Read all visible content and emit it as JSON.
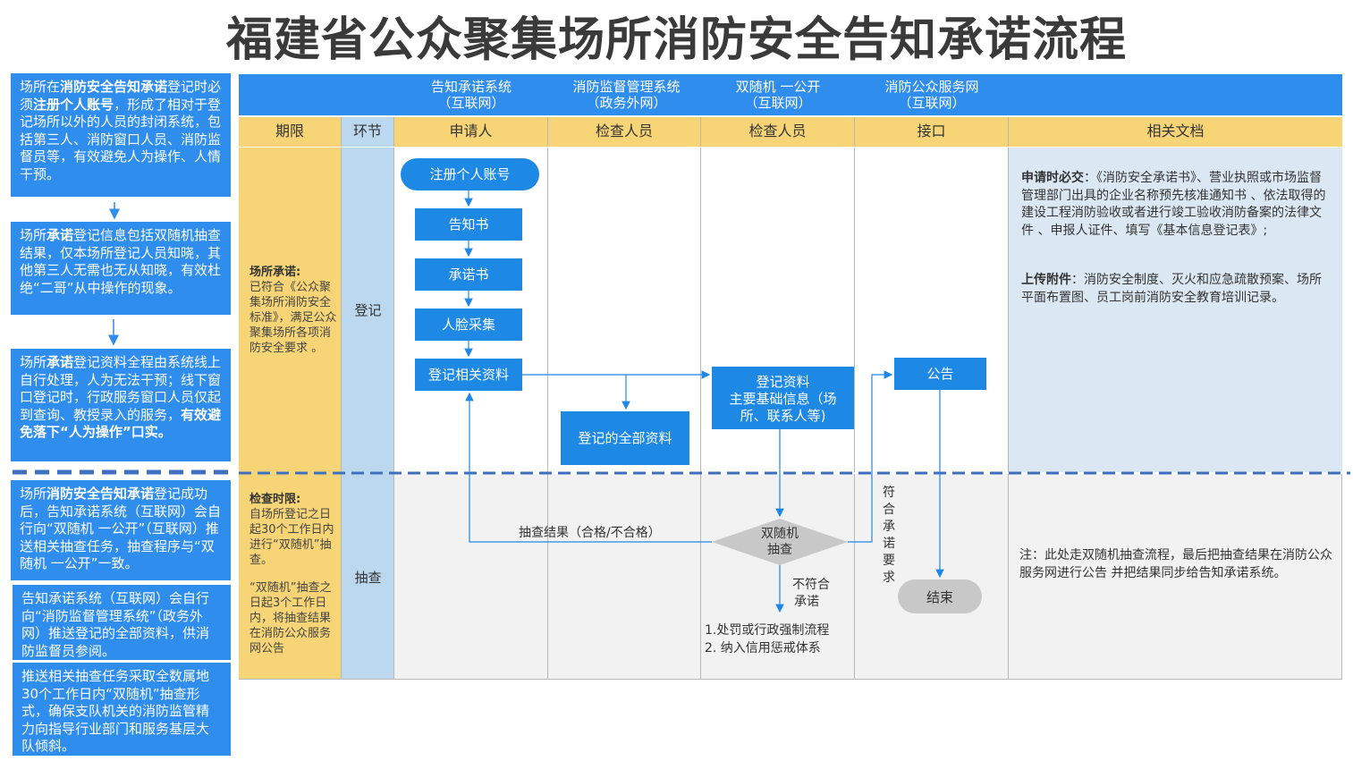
{
  "title": "福建省公众聚集场所消防安全告知承诺流程",
  "left_notes": [
    {
      "parts": [
        {
          "t": "场所在",
          "b": false
        },
        {
          "t": "消防安全告知承诺",
          "b": true
        },
        {
          "t": "登记时必须",
          "b": false
        },
        {
          "t": "注册个人账号",
          "b": true
        },
        {
          "t": "，形成了相对于登记场所以外的人员的封闭系统，包括第三人、消防窗口人员、消防监督员等，有效避免人为操作、人情干预。",
          "b": false
        }
      ]
    },
    {
      "parts": [
        {
          "t": "场所",
          "b": false
        },
        {
          "t": "承诺",
          "b": true
        },
        {
          "t": "登记信息包括双随机抽查结果，仅本场所登记人员知晓，其他第三人无需也无从知晓，有效杜绝“二哥”从中操作的现象。",
          "b": false
        }
      ]
    },
    {
      "parts": [
        {
          "t": "场所",
          "b": false
        },
        {
          "t": "承诺",
          "b": true
        },
        {
          "t": "登记资料全程由系统线上自行处理，人为无法干预；线下窗口登记时，行政服务窗口人员仅起到查询、教授录入的服务，",
          "b": false
        },
        {
          "t": "有效避免落下“人为操作”口实。",
          "b": true
        }
      ]
    },
    {
      "parts": [
        {
          "t": "场所",
          "b": false
        },
        {
          "t": "消防安全告知承诺",
          "b": true
        },
        {
          "t": "登记成功后，告知承诺系统（互联网）会自行向“双随机 一公开”（互联网）推送相关抽查任务，抽查程序与“双随机 一公开”一致。",
          "b": false
        }
      ]
    },
    {
      "parts": [
        {
          "t": "告知承诺系统（互联网）会自行向“消防监督管理系统”（政务外网）推送登记的全部资料，供消防监督员参阅。",
          "b": false
        }
      ]
    },
    {
      "parts": [
        {
          "t": "推送相关抽查任务采取全数属地30个工作日内“双随机”抽查形式，确保支队机关的消防监管精力向指导行业部门和服务基层大队倾斜。",
          "b": false
        }
      ]
    }
  ],
  "systems": [
    {
      "name": "告知承诺系统",
      "net": "（互联网）"
    },
    {
      "name": "消防监督管理系统",
      "net": "（政务外网）"
    },
    {
      "name": "双随机 一公开",
      "net": "（互联网）"
    },
    {
      "name": "消防公众服务网",
      "net": "（互联网）"
    }
  ],
  "columns": [
    "期限",
    "环节",
    "申请人",
    "检查人员",
    "检查人员",
    "接口",
    "相关文档"
  ],
  "stage_register": "登记",
  "stage_check": "抽查",
  "period_register": {
    "label": "场所承诺:",
    "text": "已符合《公众聚集场所消防安全标准》，满足公众聚集场所各项消防安全要求 。"
  },
  "period_check": {
    "label": "检查时限:",
    "text1": "自场所登记之日起30个工作日内进行“双随机”抽查。",
    "text2": "“双随机”抽查之日起3个工作日内，将抽查结果在消防公众服务网公告"
  },
  "flow": {
    "register": "注册个人账号",
    "notice": "告知书",
    "promise": "承诺书",
    "face": "人脸采集",
    "register_docs": "登记相关资料",
    "all_docs": "登记的全部资料",
    "reg_info": [
      "登记资料",
      "主要基础信息（场",
      "所、联系人等)"
    ],
    "announce": "公告",
    "random_check": [
      "双随机",
      "抽查"
    ],
    "end": "结束",
    "result_label": "抽查结果（合格/不合格）",
    "comply": [
      "符",
      "合",
      "承",
      "诺",
      "要",
      "求"
    ],
    "not_comply": [
      "不符合",
      "承诺"
    ],
    "consequence1": "1.处罚或行政强制流程",
    "consequence2": "2. 纳入信用惩戒体系"
  },
  "docs": {
    "required_label": "申请时必交",
    "required_text": "：《消防安全承诺书》、营业执照或市场监督管理部门出具的企业名称预先核准通知书 、依法取得的建设工程消防验收或者进行竣工验收消防备案的法律文件 、申报人证件、填写《基本信息登记表》;",
    "attach_label": "上传附件",
    "attach_text": "：消防安全制度、灭火和应急疏散预案、场所平面布置图、员工岗前消防安全教育培训记录。",
    "note": "注：此处走双随机抽查流程，最后把抽查结果在消防公众服务网进行公告 并把结果同步给告知承诺系统。"
  },
  "colors": {
    "blue": "#2f8ded",
    "box": "#1e88e5",
    "yellow": "#f7d576",
    "lightblue": "#dbe8f3",
    "lightgray": "#f2f2f2",
    "stageblue": "#bcd8ee",
    "dash": "#3f6fbf",
    "gray_shape": "#c8c8c8"
  }
}
